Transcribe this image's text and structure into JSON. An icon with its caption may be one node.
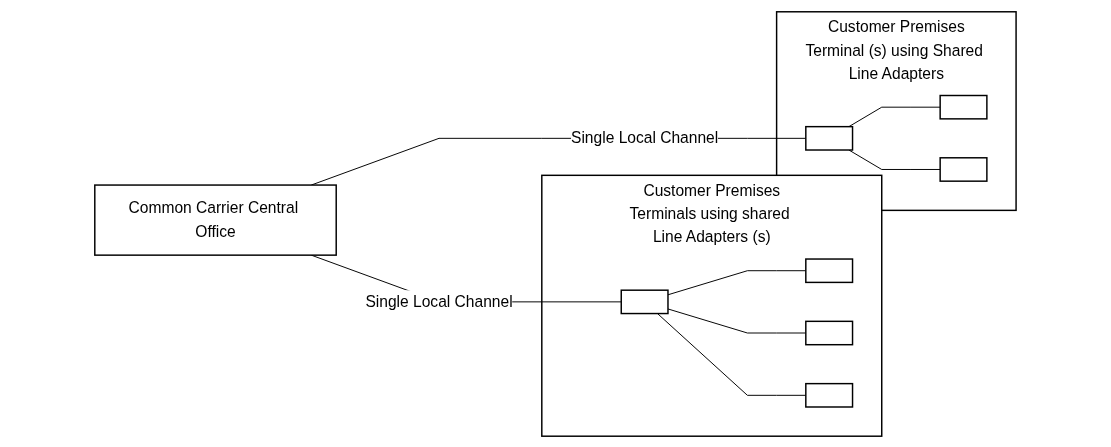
{
  "diagram": {
    "nodes": [
      {
        "text": [
          "Common Carrier Central Office"
        ]
      },
      {
        "text": [
          "Customer Premises",
          "Terminals using shared Line Adapters (s)"
        ]
      },
      {
        "text": [],
        "shape": "box",
        "in": 1
      },
      {
        "text": [],
        "shape": "box",
        "in": 1
      },
      {
        "text": [],
        "shape": "box",
        "in": 1
      },
      {
        "text": [],
        "shape": "box",
        "in": 1
      },
      {
        "text": [
          "Customer Premises",
          "Terminal (s) using Shared Line Adapters"
        ]
      },
      {
        "text": [],
        "shape": "box",
        "in": 6
      },
      {
        "text": [],
        "shape": "box",
        "in": 6
      },
      {
        "text": [],
        "shape": "box",
        "in": 6
      }
    ],
    "edges": [
      {
        "from": 0,
        "to": 2,
        "arrow": "none",
        "label": "Single Local Channel"
      },
      {
        "from": 2,
        "to": 3,
        "arrow": "none"
      },
      {
        "from": 2,
        "to": 4,
        "arrow": "none"
      },
      {
        "from": 2,
        "to": 5,
        "arrow": "none"
      },
      {
        "from": 0,
        "to": 7,
        "arrow": "none",
        "label": "Single Local Channel"
      },
      {
        "from": 7,
        "to": 8,
        "arrow": "none"
      },
      {
        "from": 7,
        "to": 9,
        "arrow": "none"
      }
    ]
  }
}
